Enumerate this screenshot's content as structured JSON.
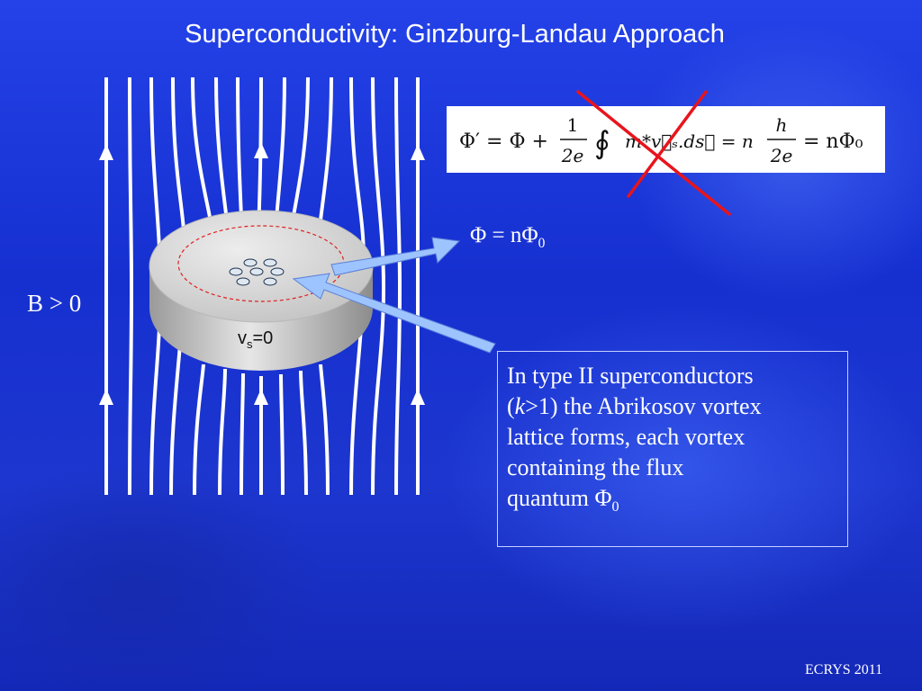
{
  "slide": {
    "title": "Superconductivity: Ginzburg-Landau Approach",
    "equation": {
      "lhs": "Φ′ = Φ +",
      "frac1_num": "1",
      "frac1_den": "2e",
      "integral": "∮",
      "integrand": "m*v⃗ₛ.ds⃗ = n",
      "frac2_num": "h",
      "frac2_den": "2e",
      "rhs": "= nΦ₀",
      "crossed_out": true
    },
    "flux_label": {
      "main": "Φ = nΦ",
      "sub": "0"
    },
    "field_label": "B > 0",
    "disk_label": {
      "main": "v",
      "sub": "s",
      "rest": "=0"
    },
    "textbox": {
      "line1": "In type II superconductors",
      "line2_open": "(",
      "line2_kappa": "k",
      "line2_rest": ">1) the Abrikosov vortex",
      "line3": "lattice forms, each vortex",
      "line4": "containing the flux",
      "line5_main": "quantum Φ",
      "line5_sub": "0"
    },
    "footer": "ECRYS 2011"
  },
  "colors": {
    "background": "#1a2fd8",
    "cross": "#e8141c",
    "arrow_fill": "#9ec4ff",
    "field_lines": "#ffffff",
    "disk": "#d4d4d4"
  }
}
